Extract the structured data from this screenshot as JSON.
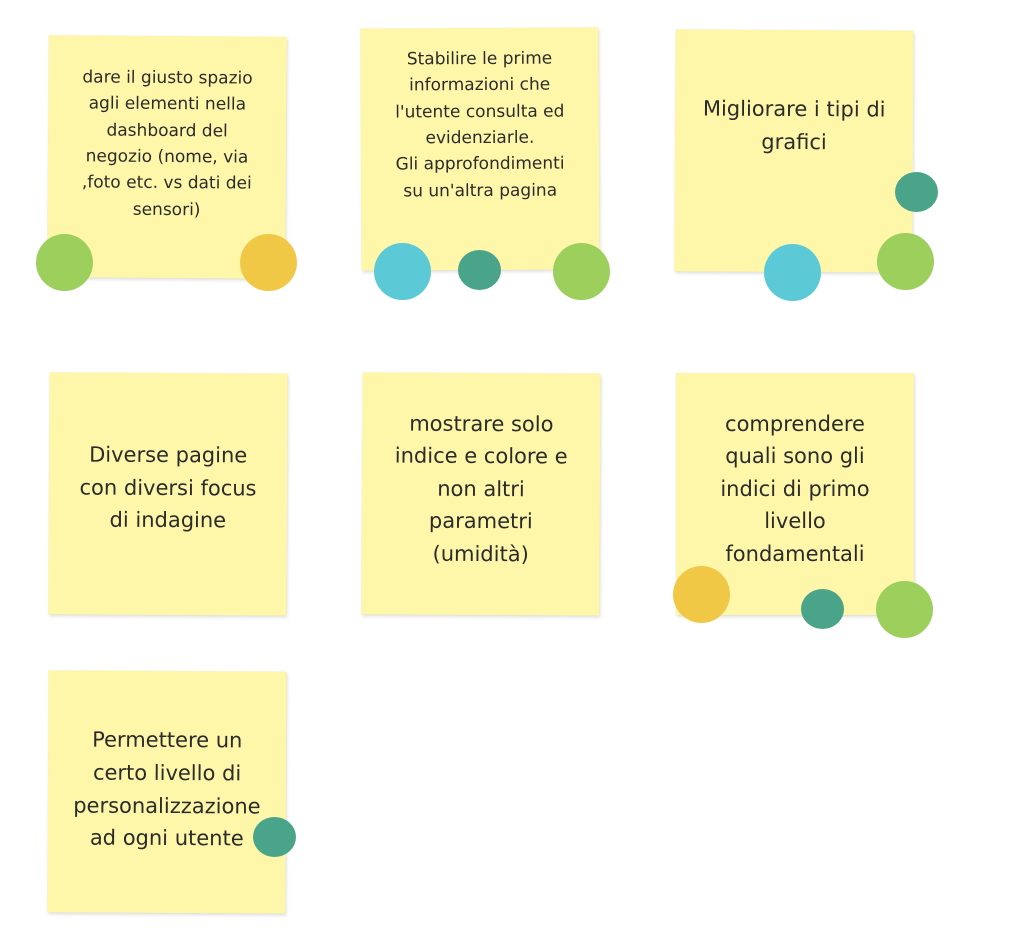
{
  "board": {
    "notes": [
      {
        "text": "dare il giusto spazio\nagli elementi nella\ndashboard del\nnegozio (nome, via\n,foto etc. vs dati dei\nsensori)"
      },
      {
        "text": "Stabilire le prime\ninformazioni che\nl'utente consulta ed\nevidenziarle.\nGli approfondimenti\nsu un'altra pagina"
      },
      {
        "text": "Migliorare i tipi di\ngrafici"
      },
      {
        "text": "Diverse pagine\ncon diversi focus\ndi indagine"
      },
      {
        "text": "mostrare solo\nindice e colore e\nnon altri\nparametri\n(umidità)"
      },
      {
        "text": "comprendere\nquali sono gli\nindici di primo\nlivello\nfondamentali"
      },
      {
        "text": "Permettere un\ncerto livello di\npersonalizzazione\nad ogni utente"
      }
    ]
  },
  "colors": {
    "note_background": "#fef6a8",
    "dot_green": "#9ccf5c",
    "dot_yellow": "#f1c846",
    "dot_blue": "#5bc9d6",
    "dot_teal": "#4aa48a"
  }
}
